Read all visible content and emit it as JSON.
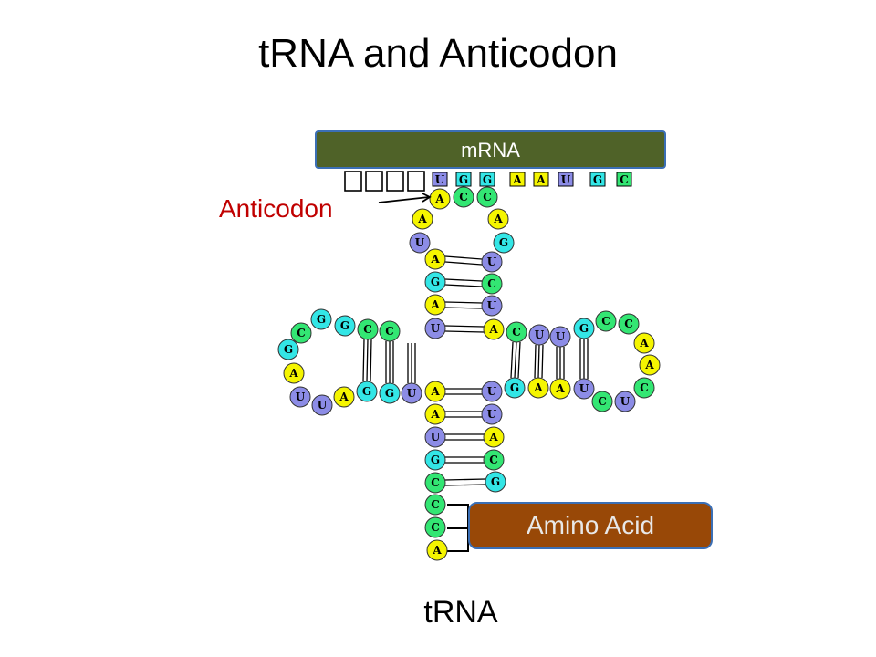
{
  "title": "tRNA and Anticodon",
  "mrna_label": "mRNA",
  "anticodon_label": "Anticodon",
  "amino_acid_label": "Amino Acid",
  "caption": "tRNA",
  "colors": {
    "A": "#f5f500",
    "U": "#8c8ce6",
    "G": "#33e6e6",
    "C": "#33e673",
    "mrna_fill": "#4f6228",
    "amino_acid_fill": "#984807",
    "anticodon_text": "#c00000"
  },
  "mrna_codons": [
    "U",
    "G",
    "G",
    "A",
    "A",
    "U",
    "G",
    "C"
  ],
  "trna_sequence": {
    "anticodon_loop": [
      "A",
      "C",
      "C",
      "A",
      "G",
      "A",
      "U"
    ],
    "anticodon_stem_left": [
      "A",
      "G",
      "A",
      "U"
    ],
    "anticodon_stem_right": [
      "U",
      "C",
      "U",
      "A"
    ],
    "d_arm_loop": [
      "C",
      "C",
      "G",
      "G",
      "C",
      "G",
      "A",
      "U",
      "U",
      "A"
    ],
    "d_arm_stem_bottom": [
      "G",
      "G",
      "U"
    ],
    "t_arm_top": [
      "C",
      "U",
      "U",
      "G",
      "C",
      "C"
    ],
    "t_arm_loop": [
      "A",
      "A",
      "C",
      "U",
      "C"
    ],
    "t_arm_stem_bottom": [
      "G",
      "A",
      "A",
      "U"
    ],
    "acceptor_stem_left": [
      "A",
      "A",
      "U",
      "G",
      "C",
      "C",
      "C",
      "A"
    ],
    "acceptor_stem_right": [
      "U",
      "U",
      "A",
      "C",
      "G"
    ]
  }
}
